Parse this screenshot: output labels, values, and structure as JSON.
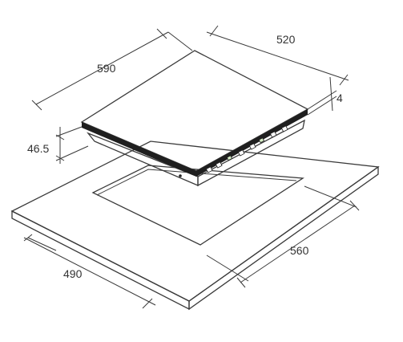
{
  "drawing": {
    "colors": {
      "line": "#3a3a3a",
      "fill": "#ffffff",
      "dark": "#222222",
      "accent": "#d9f0c8"
    },
    "dimensions": {
      "hob_depth": "590",
      "hob_width": "520",
      "glass_thickness": "4",
      "hob_height": "46.5",
      "cutout_depth": "490",
      "cutout_width": "560"
    }
  }
}
